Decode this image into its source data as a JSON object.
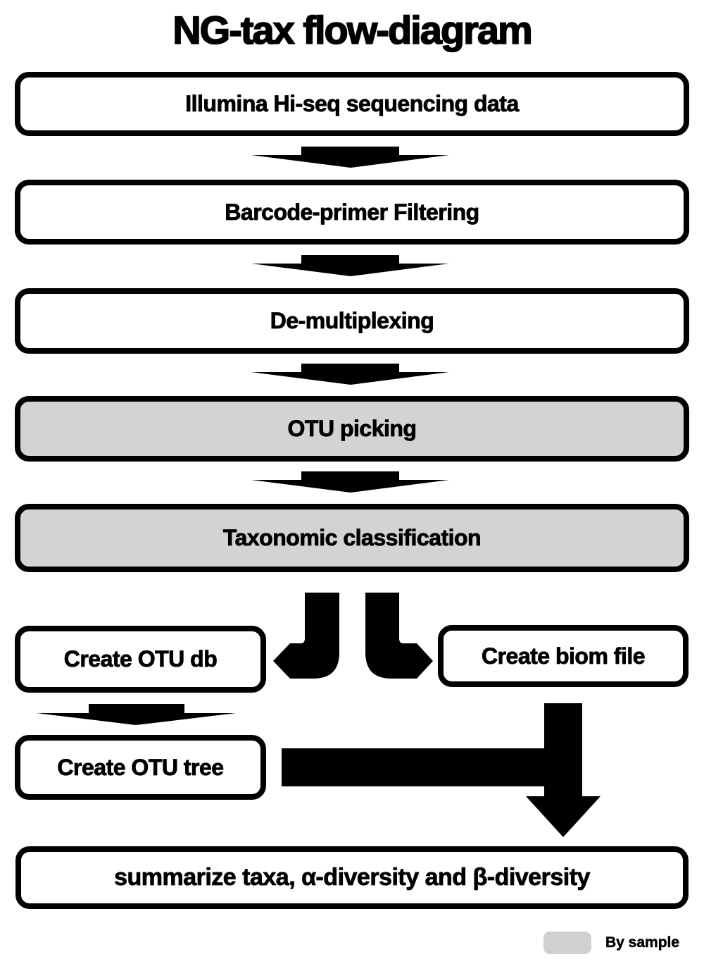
{
  "title": "NG-tax flow-diagram",
  "nodes": {
    "illumina": {
      "label": "Illumina Hi-seq sequencing data",
      "by_sample": false
    },
    "barcode": {
      "label": "Barcode-primer Filtering",
      "by_sample": false
    },
    "demultiplexing": {
      "label": "De-multiplexing",
      "by_sample": false
    },
    "otu_picking": {
      "label": "OTU picking",
      "by_sample": true
    },
    "taxonomic": {
      "label": "Taxonomic classification",
      "by_sample": true
    },
    "create_otu_db": {
      "label": "Create OTU db",
      "by_sample": false
    },
    "create_biom_file": {
      "label": "Create biom file",
      "by_sample": false
    },
    "create_otu_tree": {
      "label": "Create OTU tree",
      "by_sample": false
    },
    "summarize": {
      "label": "summarize taxa, α-diversity and β-diversity",
      "by_sample": false
    }
  },
  "legend": {
    "label": "By sample",
    "swatch_color": "#d0d0d0"
  },
  "colors": {
    "by_sample_fill": "#d3d3d3",
    "arrow": "#000000",
    "node_border": "#000000",
    "background": "#ffffff"
  }
}
